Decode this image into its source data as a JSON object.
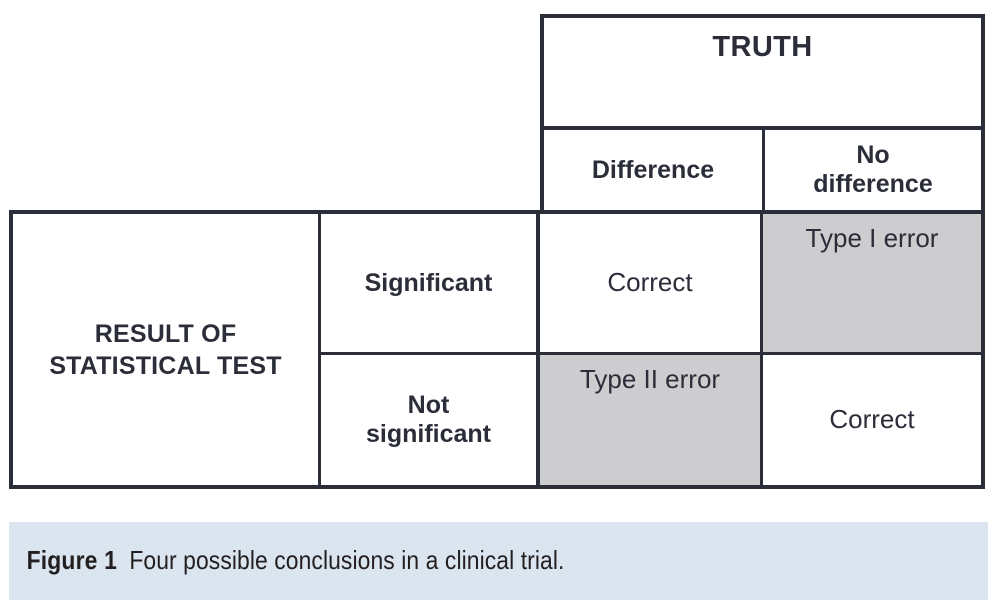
{
  "figure": {
    "caption_label": "Figure 1",
    "caption_text": "Four possible conclusions in a clinical trial.",
    "caption_band_color": "#dbe5ef"
  },
  "table": {
    "column_group_header": "TRUTH",
    "row_group_header": "RESULT OF STATISTICAL TEST",
    "column_headers": [
      {
        "label": "Difference"
      },
      {
        "label": "No\ndifference"
      }
    ],
    "rows": [
      {
        "header": "Significant",
        "cells": [
          {
            "label": "Correct",
            "shaded": false,
            "align": "center"
          },
          {
            "label": "Type I error",
            "shaded": true,
            "align": "top"
          }
        ]
      },
      {
        "header": "Not\nsignificant",
        "cells": [
          {
            "label": "Type II error",
            "shaded": true,
            "align": "top"
          },
          {
            "label": "Correct",
            "shaded": false,
            "align": "center"
          }
        ]
      }
    ],
    "colors": {
      "border": "#2b2e39",
      "shaded_cell": "#cdcdcf",
      "text": "#2b2e39",
      "cell_background": "#ffffff"
    }
  }
}
